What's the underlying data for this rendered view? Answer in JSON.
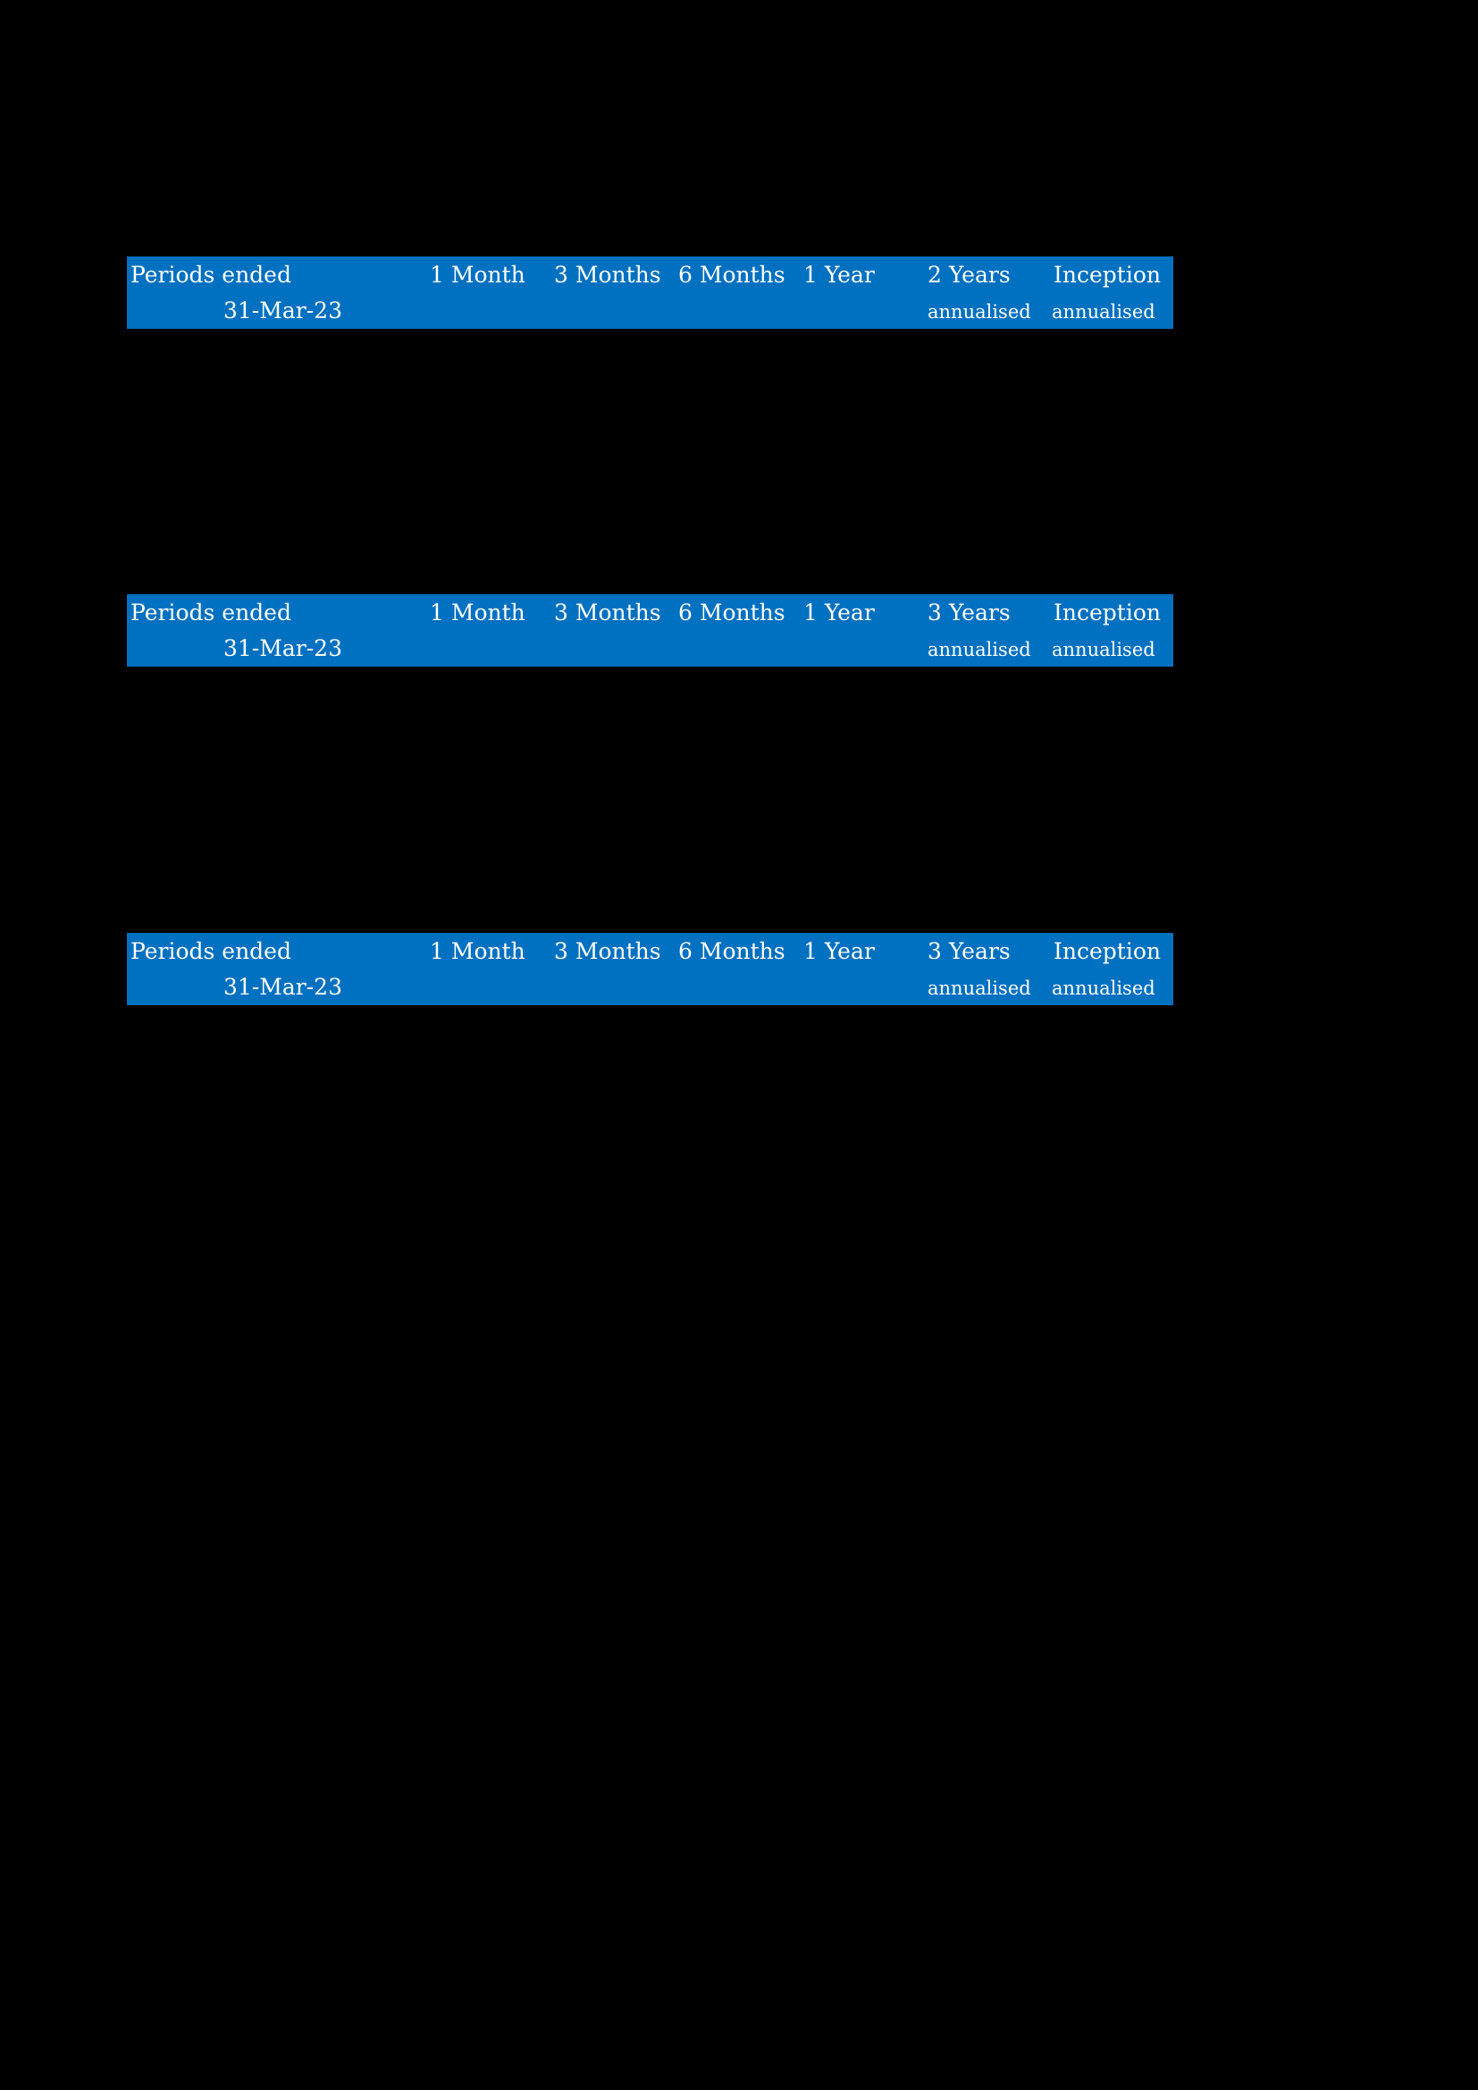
{
  "colors": {
    "page_background": "#000000",
    "header_background": "#0070c0",
    "header_text": "#ffffff"
  },
  "tables": [
    {
      "header": {
        "periods_label": "Periods ended",
        "date": "31-Mar-23",
        "columns": [
          "1 Month",
          "3 Months",
          "6 Months",
          "1 Year",
          "2 Years",
          "Inception"
        ],
        "sublabels": [
          "annualised",
          "annualised"
        ]
      }
    },
    {
      "header": {
        "periods_label": "Periods ended",
        "date": "31-Mar-23",
        "columns": [
          "1 Month",
          "3 Months",
          "6 Months",
          "1 Year",
          "3 Years",
          "Inception"
        ],
        "sublabels": [
          "annualised",
          "annualised"
        ]
      }
    },
    {
      "header": {
        "periods_label": "Periods ended",
        "date": "31-Mar-23",
        "columns": [
          "1 Month",
          "3 Months",
          "6 Months",
          "1 Year",
          "3 Years",
          "Inception"
        ],
        "sublabels": [
          "annualised",
          "annualised"
        ]
      }
    }
  ]
}
